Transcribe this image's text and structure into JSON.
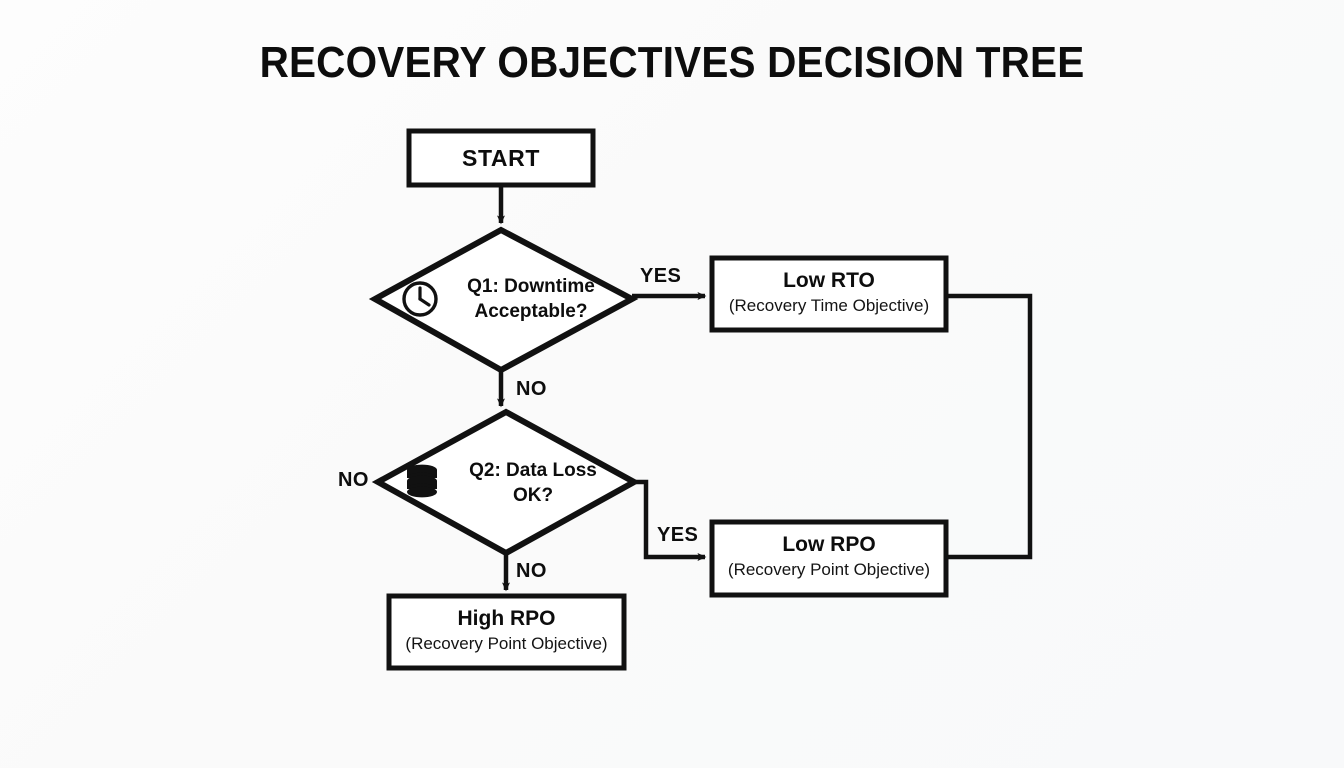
{
  "diagram": {
    "title": "RECOVERY OBJECTIVES DECISION TREE",
    "background_color": "#fafafa",
    "stroke_color": "#111111",
    "text_color": "#0d0d0d",
    "nodes": [
      {
        "id": "start",
        "shape": "rectangle",
        "label": "START"
      },
      {
        "id": "q1",
        "shape": "diamond",
        "icon": "clock-icon",
        "line1": "Q1: Downtime",
        "line2": "Acceptable?"
      },
      {
        "id": "q2",
        "shape": "diamond",
        "icon": "database-icon",
        "line1": "Q2: Data Loss",
        "line2": "OK?"
      },
      {
        "id": "low-rto",
        "shape": "rectangle",
        "title": "Low RTO",
        "subtitle": "(Recovery Time Objective)"
      },
      {
        "id": "low-rpo",
        "shape": "rectangle",
        "title": "Low RPO",
        "subtitle": "(Recovery Point Objective)"
      },
      {
        "id": "high-rpo",
        "shape": "rectangle",
        "title": "High RPO",
        "subtitle": "(Recovery Point Objective)"
      }
    ],
    "edges": [
      {
        "id": "start-to-q1",
        "from": "start",
        "to": "q1",
        "label": ""
      },
      {
        "id": "q1-yes",
        "from": "q1",
        "to": "low-rto",
        "label": "YES"
      },
      {
        "id": "q1-no",
        "from": "q1",
        "to": "q2",
        "label": "NO"
      },
      {
        "id": "q2-left-no",
        "from": "q2",
        "to": "",
        "label": "NO"
      },
      {
        "id": "q2-yes",
        "from": "q2",
        "to": "low-rpo",
        "label": "YES"
      },
      {
        "id": "q2-no",
        "from": "q2",
        "to": "high-rpo",
        "label": "NO"
      },
      {
        "id": "rto-to-rpo",
        "from": "low-rto",
        "to": "low-rpo",
        "label": ""
      }
    ]
  }
}
